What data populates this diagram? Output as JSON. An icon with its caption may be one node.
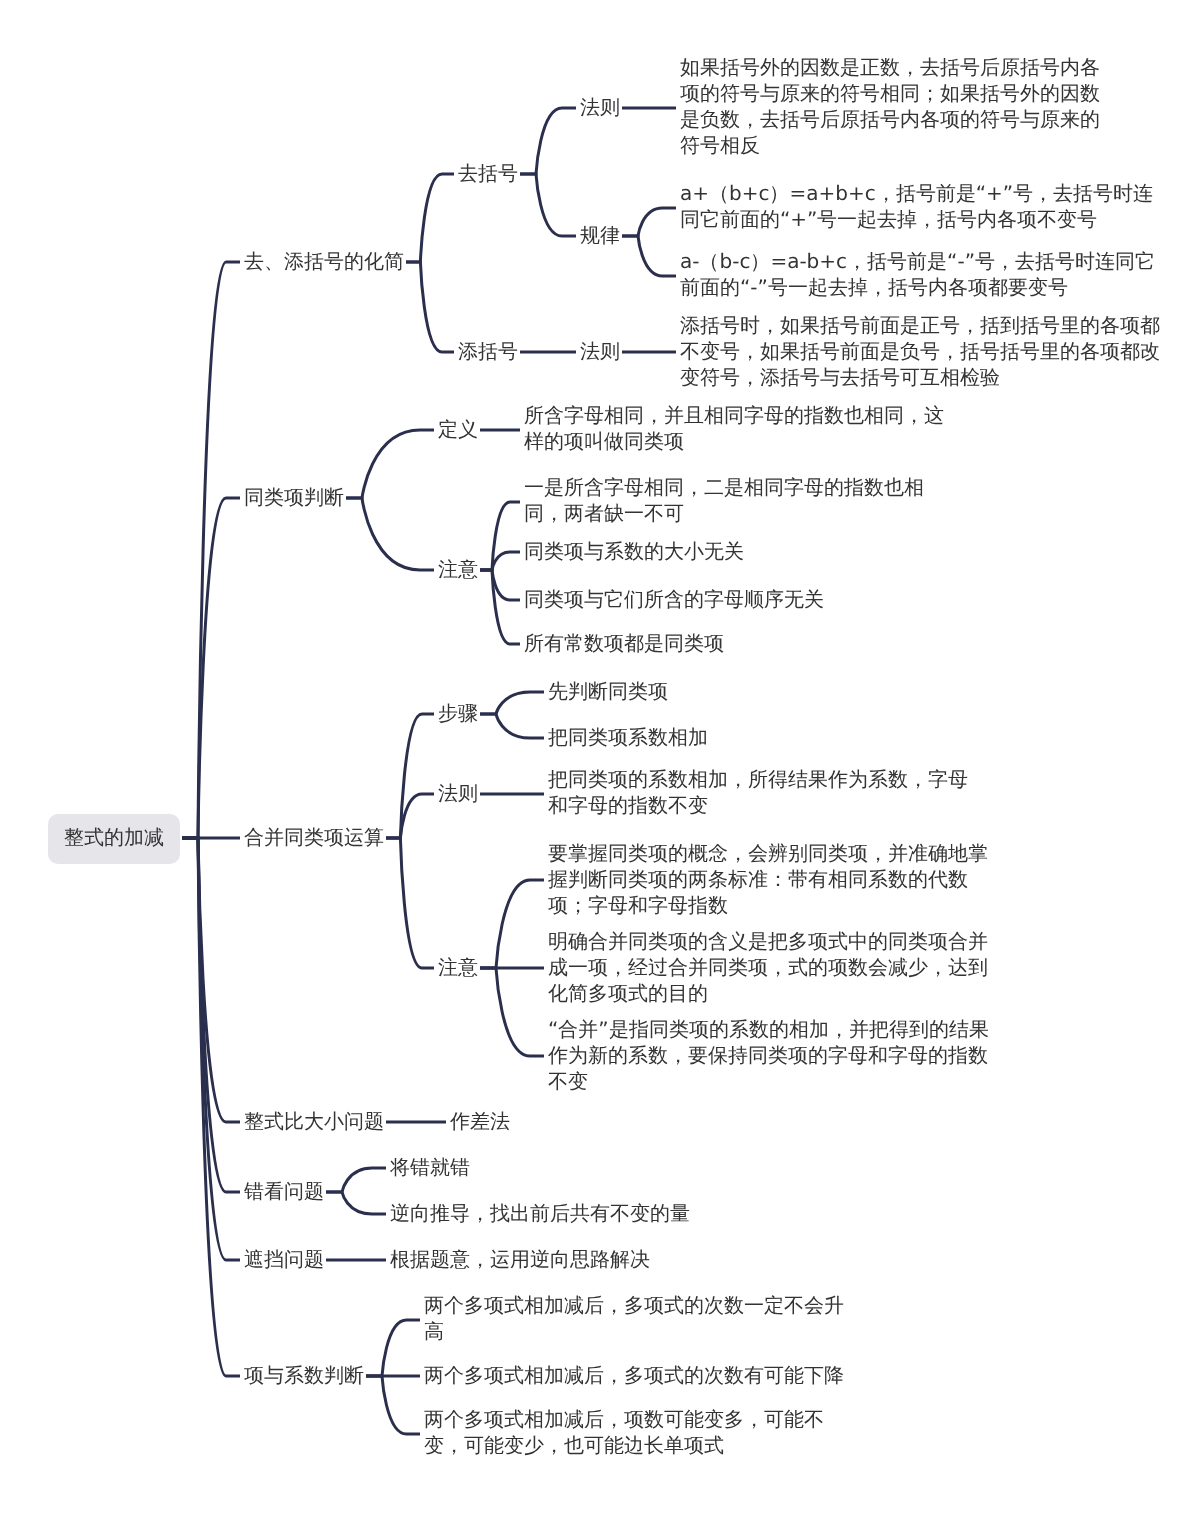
{
  "diagram": {
    "nodes": [
      {
        "text": [
          "整式的加减"
        ]
      },
      {
        "text": [
          "去、添括号的化简"
        ]
      },
      {
        "text": [
          "去括号"
        ]
      },
      {
        "text": [
          "法则"
        ]
      },
      {
        "text": [
          "如果括号外的因数是正数，去括号后原括号内各项的符号与原来的符号相同；如果括号外的因数是负数，去括号后原括号内各项的符号与原来的符号相反"
        ]
      },
      {
        "text": [
          "规律"
        ]
      },
      {
        "text": [
          "a+（b+c）=a+b+c，括号前是“+”号，去括号时连同它前面的“+”号一起去掉，括号内各项不变号"
        ]
      },
      {
        "text": [
          "a-（b-c）=a-b+c，括号前是“-”号，去括号时连同它前面的“-”号一起去掉，括号内各项都要变号"
        ]
      },
      {
        "text": [
          "添括号"
        ]
      },
      {
        "text": [
          "法则"
        ]
      },
      {
        "text": [
          "添括号时，如果括号前面是正号，括到括号里的各项都不变号，如果括号前面是负号，括号括号里的各项都改变符号，添括号与去括号可互相检验"
        ]
      },
      {
        "text": [
          "同类项判断"
        ]
      },
      {
        "text": [
          "定义"
        ]
      },
      {
        "text": [
          "所含字母相同，并且相同字母的指数也相同，这样的项叫做同类项"
        ]
      },
      {
        "text": [
          "注意"
        ]
      },
      {
        "text": [
          "一是所含字母相同，二是相同字母的指数也相同，两者缺一不可"
        ]
      },
      {
        "text": [
          "同类项与系数的大小无关"
        ]
      },
      {
        "text": [
          "同类项与它们所含的字母顺序无关"
        ]
      },
      {
        "text": [
          "所有常数项都是同类项"
        ]
      },
      {
        "text": [
          "合并同类项运算"
        ]
      },
      {
        "text": [
          "步骤"
        ]
      },
      {
        "text": [
          "先判断同类项"
        ]
      },
      {
        "text": [
          "把同类项系数相加"
        ]
      },
      {
        "text": [
          "法则"
        ]
      },
      {
        "text": [
          "把同类项的系数相加，所得结果作为系数，字母和字母的指数不变"
        ]
      },
      {
        "text": [
          "注意"
        ]
      },
      {
        "text": [
          "要掌握同类项的概念，会辨别同类项，并准确地掌握判断同类项的两条标准：带有相同系数的代数项；字母和字母指数"
        ]
      },
      {
        "text": [
          "明确合并同类项的含义是把多项式中的同类项合并成一项，经过合并同类项，式的项数会减少，达到化简多项式的目的"
        ]
      },
      {
        "text": [
          "“合并”是指同类项的系数的相加，并把得到的结果作为新的系数，要保持同类项的字母和字母的指数不变"
        ]
      },
      {
        "text": [
          "整式比大小问题"
        ]
      },
      {
        "text": [
          "作差法"
        ]
      },
      {
        "text": [
          "错看问题"
        ]
      },
      {
        "text": [
          "将错就错"
        ]
      },
      {
        "text": [
          "逆向推导，找出前后共有不变的量"
        ]
      },
      {
        "text": [
          "遮挡问题"
        ]
      },
      {
        "text": [
          "根据题意，运用逆向思路解决"
        ]
      },
      {
        "text": [
          "项与系数判断"
        ]
      },
      {
        "text": [
          "两个多项式相加减后，多项式的次数一定不会升高"
        ]
      },
      {
        "text": [
          "两个多项式相加减后，多项式的次数有可能下降"
        ]
      },
      {
        "text": [
          "两个多项式相加减后，项数可能变多，可能不变，可能变少，也可能边长单项式"
        ]
      }
    ],
    "edges": [
      {
        "from": 0,
        "to": 1,
        "arrow": "none"
      },
      {
        "from": 1,
        "to": 2,
        "arrow": "none"
      },
      {
        "from": 2,
        "to": 3,
        "arrow": "none"
      },
      {
        "from": 3,
        "to": 4,
        "arrow": "none"
      },
      {
        "from": 2,
        "to": 5,
        "arrow": "none"
      },
      {
        "from": 5,
        "to": 6,
        "arrow": "none"
      },
      {
        "from": 5,
        "to": 7,
        "arrow": "none"
      },
      {
        "from": 1,
        "to": 8,
        "arrow": "none"
      },
      {
        "from": 8,
        "to": 9,
        "arrow": "none"
      },
      {
        "from": 9,
        "to": 10,
        "arrow": "none"
      },
      {
        "from": 0,
        "to": 11,
        "arrow": "none"
      },
      {
        "from": 11,
        "to": 12,
        "arrow": "none"
      },
      {
        "from": 12,
        "to": 13,
        "arrow": "none"
      },
      {
        "from": 11,
        "to": 14,
        "arrow": "none"
      },
      {
        "from": 14,
        "to": 15,
        "arrow": "none"
      },
      {
        "from": 14,
        "to": 16,
        "arrow": "none"
      },
      {
        "from": 14,
        "to": 17,
        "arrow": "none"
      },
      {
        "from": 14,
        "to": 18,
        "arrow": "none"
      },
      {
        "from": 0,
        "to": 19,
        "arrow": "none"
      },
      {
        "from": 19,
        "to": 20,
        "arrow": "none"
      },
      {
        "from": 20,
        "to": 21,
        "arrow": "none"
      },
      {
        "from": 20,
        "to": 22,
        "arrow": "none"
      },
      {
        "from": 19,
        "to": 23,
        "arrow": "none"
      },
      {
        "from": 23,
        "to": 24,
        "arrow": "none"
      },
      {
        "from": 19,
        "to": 25,
        "arrow": "none"
      },
      {
        "from": 25,
        "to": 26,
        "arrow": "none"
      },
      {
        "from": 25,
        "to": 27,
        "arrow": "none"
      },
      {
        "from": 25,
        "to": 28,
        "arrow": "none"
      },
      {
        "from": 0,
        "to": 29,
        "arrow": "none"
      },
      {
        "from": 29,
        "to": 30,
        "arrow": "none"
      },
      {
        "from": 0,
        "to": 31,
        "arrow": "none"
      },
      {
        "from": 31,
        "to": 32,
        "arrow": "none"
      },
      {
        "from": 31,
        "to": 33,
        "arrow": "none"
      },
      {
        "from": 0,
        "to": 34,
        "arrow": "none"
      },
      {
        "from": 34,
        "to": 35,
        "arrow": "none"
      },
      {
        "from": 0,
        "to": 36,
        "arrow": "none"
      },
      {
        "from": 36,
        "to": 37,
        "arrow": "none"
      },
      {
        "from": 36,
        "to": 38,
        "arrow": "none"
      },
      {
        "from": 36,
        "to": 39,
        "arrow": "none"
      }
    ]
  }
}
